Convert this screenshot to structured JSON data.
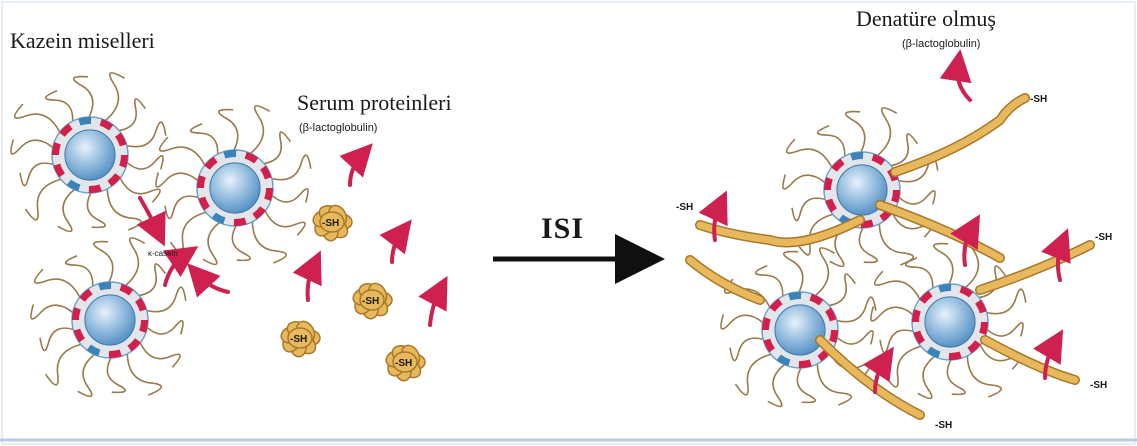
{
  "labels": {
    "casein_micelles": "Kazein miselleri",
    "serum_proteins": "Serum proteinleri",
    "serum_proteins_sub": "(β-lactoglobulin)",
    "kappa_casein": "κ-casein",
    "heat": "ISI",
    "denatured": "Denatüre olmuş",
    "denatured_sub": "(β-lactoglobulin)",
    "sh": "-SH"
  },
  "colors": {
    "micelle_core": "#8fb6d8",
    "micelle_ring": "#e2e6ea",
    "micelle_red": "#d21f4c",
    "micelle_blue": "#3b83b8",
    "hair": "#9a7a4a",
    "protein_fill": "#e7b85c",
    "protein_stroke": "#a8782a",
    "arrow_red": "#cf2150",
    "border": "#b9cbe2"
  },
  "icons": {
    "micelle": "casein-micelle-icon",
    "protein": "folded-protein-icon",
    "arrow": "red-curved-arrow-icon",
    "heat_arrow": "right-arrow-icon"
  }
}
